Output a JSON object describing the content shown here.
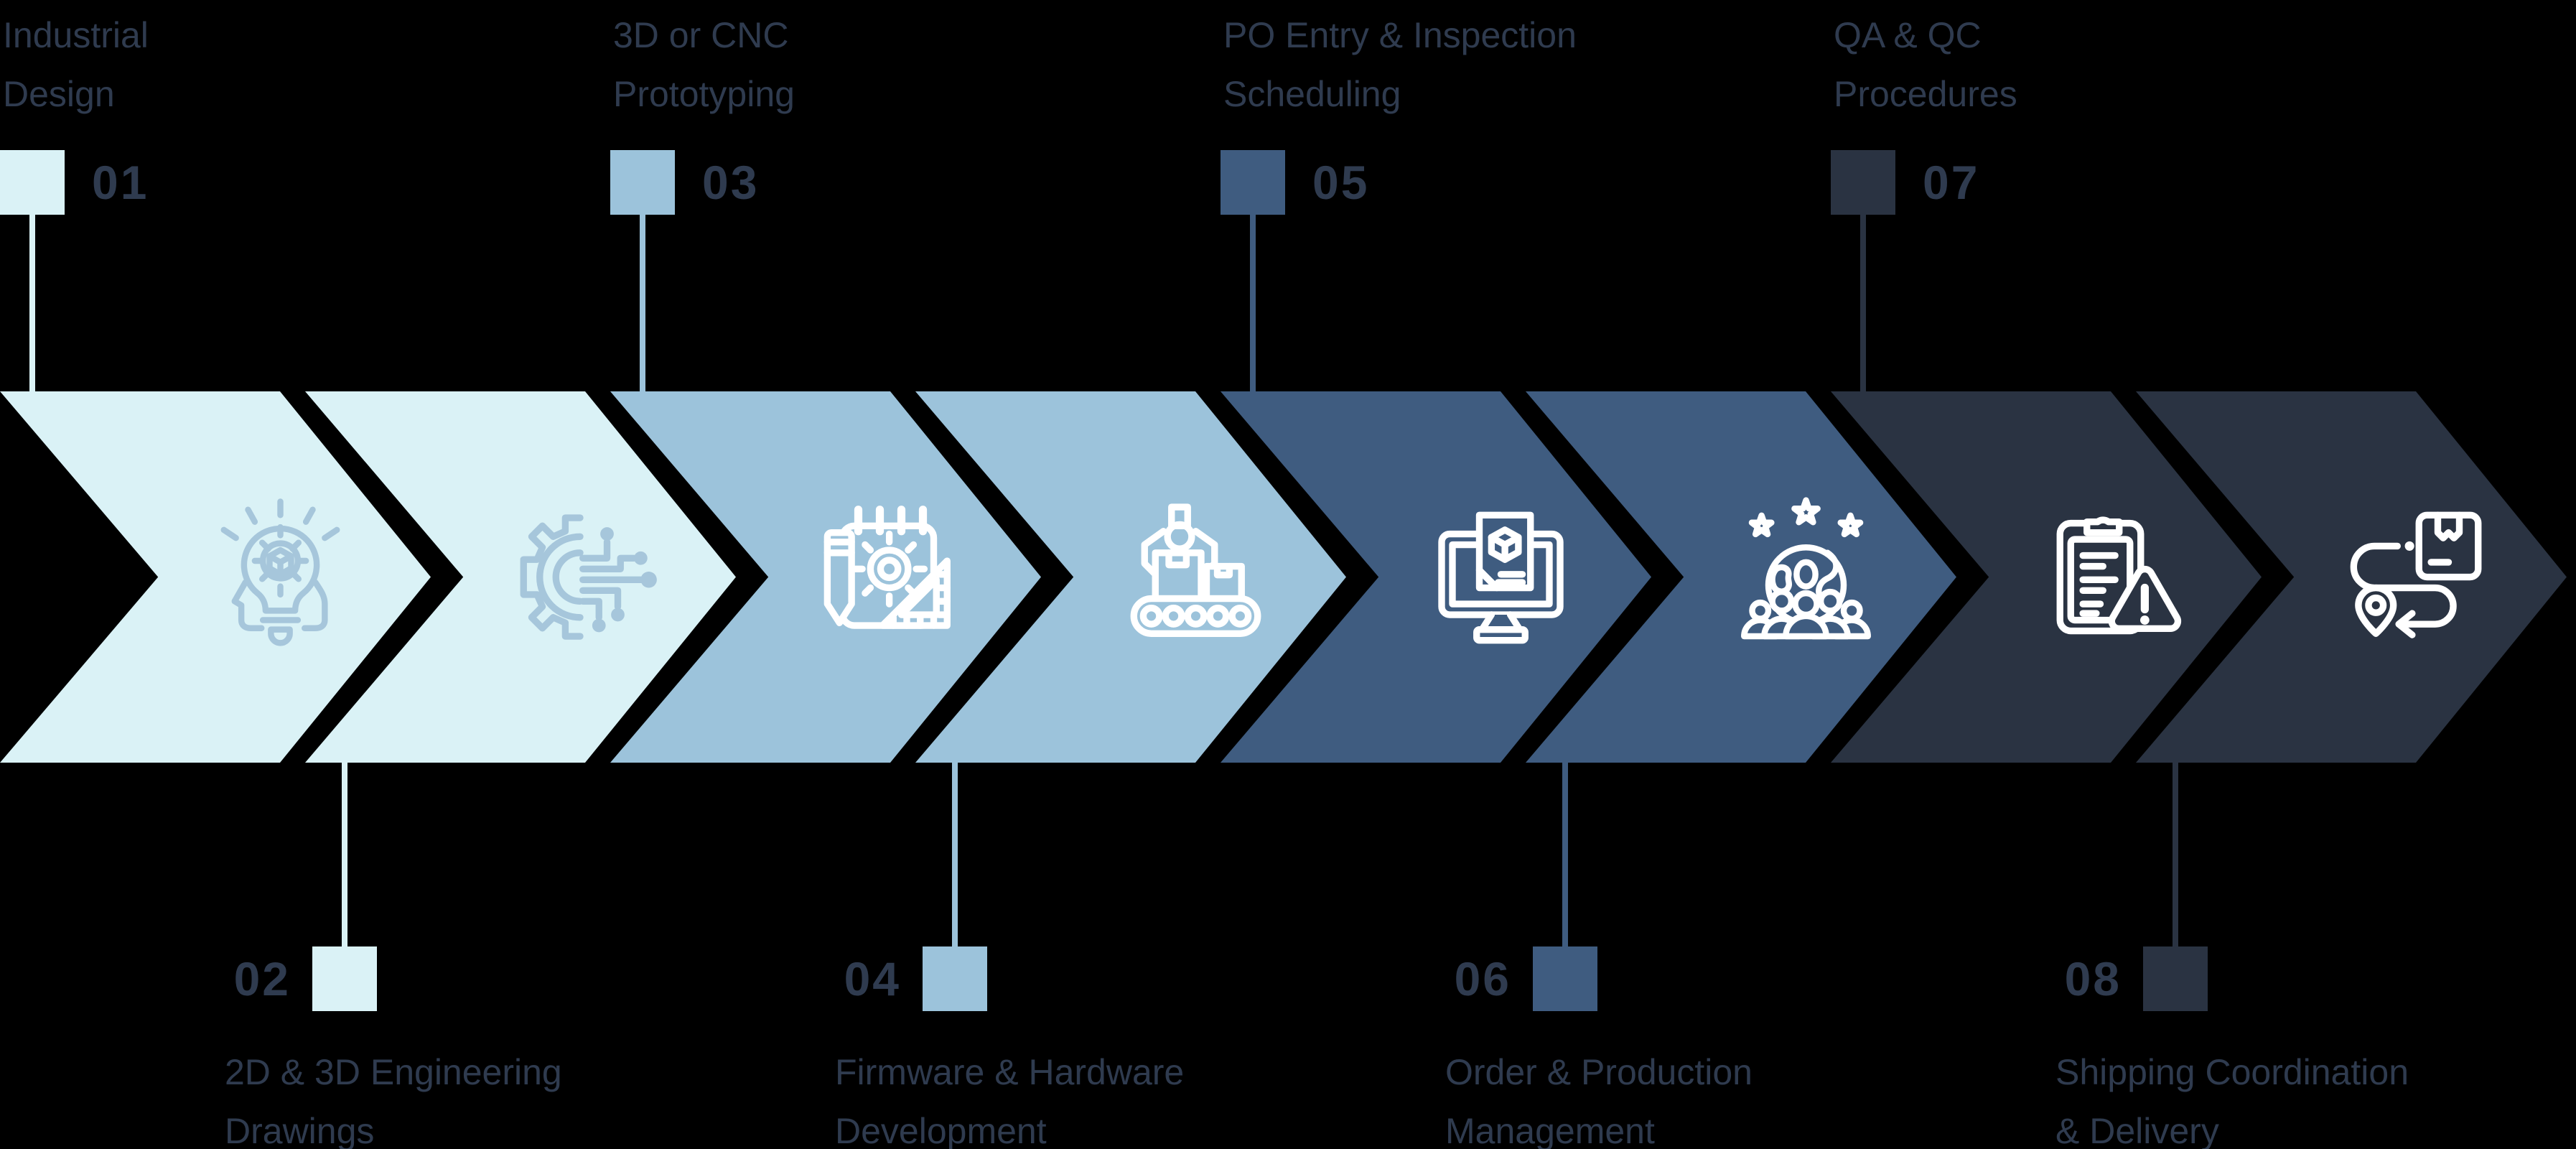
{
  "figure_type": "process-flow-chevron-timeline",
  "background_color": "#000000",
  "text_color": "#2f3b4f",
  "steps": [
    {
      "number": "01",
      "label": "Industrial Design",
      "label_lines": [
        "Industrial",
        "Design"
      ],
      "color": "#daf2f6",
      "icon_color": "#a6c6db",
      "icon": "idea-head-lightbulb-gear-icon",
      "marker": "top"
    },
    {
      "number": "02",
      "label": "2D & 3D Engineering Drawings",
      "label_lines": [
        "2D & 3D Engineering",
        "Drawings"
      ],
      "color": "#daf2f6",
      "icon_color": "#a6c6db",
      "icon": "half-gear-circuit-icon",
      "marker": "bottom"
    },
    {
      "number": "03",
      "label": "3D or CNC Prototyping",
      "label_lines": [
        "3D or CNC",
        "Prototyping"
      ],
      "color": "#9cc3db",
      "icon_color": "#ffffff",
      "icon": "notepad-gear-pencil-ruler-icon",
      "marker": "top"
    },
    {
      "number": "04",
      "label": "Firmware & Hardware Development",
      "label_lines": [
        "Firmware & Hardware",
        "Development"
      ],
      "color": "#9cc3db",
      "icon_color": "#ffffff",
      "icon": "robotic-arm-conveyor-icon",
      "marker": "bottom"
    },
    {
      "number": "05",
      "label": "PO Entry & Inspection Scheduling",
      "label_lines": [
        "PO Entry & Inspection",
        "Scheduling"
      ],
      "color": "#3f5c80",
      "icon_color": "#ffffff",
      "icon": "monitor-order-document-icon",
      "marker": "top"
    },
    {
      "number": "06",
      "label": "Order & Production Management",
      "label_lines": [
        "Order & Production",
        "Management"
      ],
      "color": "#3f5c80",
      "icon_color": "#ffffff",
      "icon": "global-team-stars-icon",
      "marker": "bottom"
    },
    {
      "number": "07",
      "label": "QA & QC Procedures",
      "label_lines": [
        "QA & QC",
        "Procedures"
      ],
      "color": "#2a3342",
      "icon_color": "#ffffff",
      "icon": "clipboard-warning-icon",
      "marker": "top"
    },
    {
      "number": "08",
      "label": "Shipping Coordination & Delivery",
      "label_lines": [
        "Shipping Coordination",
        "& Delivery"
      ],
      "color": "#2a3342",
      "icon_color": "#ffffff",
      "icon": "package-route-location-icon",
      "marker": "bottom"
    }
  ]
}
